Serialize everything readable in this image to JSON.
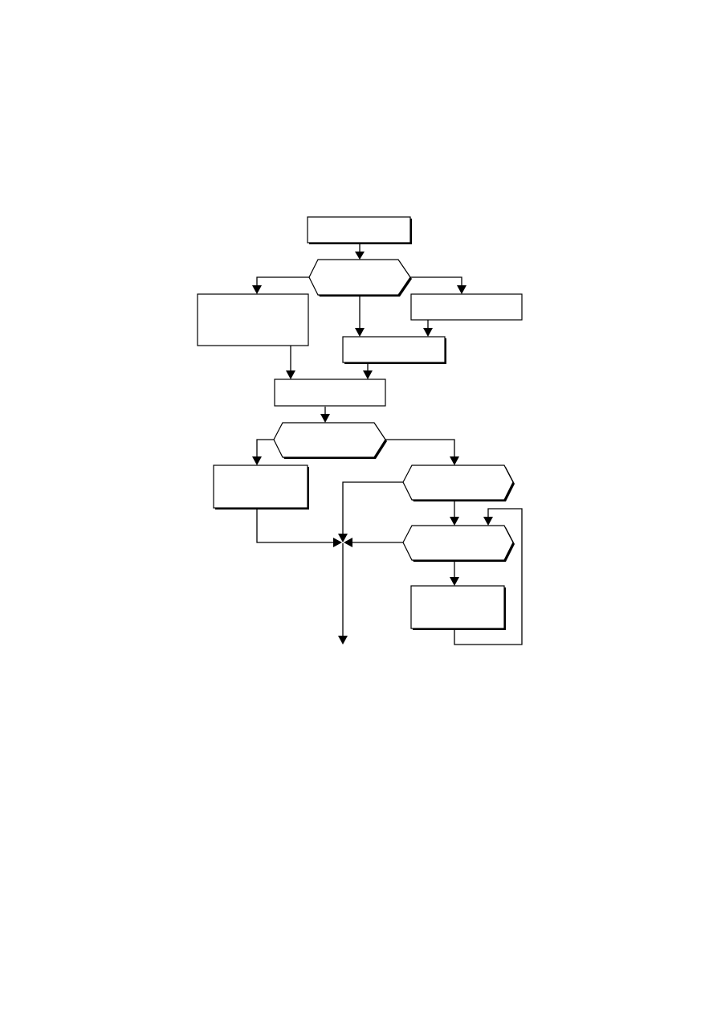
{
  "diagram": {
    "type": "flowchart",
    "colors": {
      "background": "#ffffff",
      "stroke": "#000000"
    },
    "nodes": [
      {
        "id": "n1",
        "shape": "rectangle",
        "label": ""
      },
      {
        "id": "n2",
        "shape": "hexagon-decision",
        "label": ""
      },
      {
        "id": "n3",
        "shape": "rectangle",
        "label": ""
      },
      {
        "id": "n4",
        "shape": "rectangle",
        "label": ""
      },
      {
        "id": "n5",
        "shape": "rectangle",
        "label": ""
      },
      {
        "id": "n6",
        "shape": "rectangle",
        "label": ""
      },
      {
        "id": "n7",
        "shape": "hexagon-decision",
        "label": ""
      },
      {
        "id": "n8",
        "shape": "rectangle",
        "label": ""
      },
      {
        "id": "n9",
        "shape": "hexagon-decision",
        "label": ""
      },
      {
        "id": "n10",
        "shape": "hexagon-decision",
        "label": ""
      },
      {
        "id": "n11",
        "shape": "rectangle",
        "label": ""
      }
    ],
    "edges": [
      {
        "from": "n1",
        "to": "n2"
      },
      {
        "from": "n2",
        "to": "n3"
      },
      {
        "from": "n2",
        "to": "n5"
      },
      {
        "from": "n2",
        "to": "n4"
      },
      {
        "from": "n4",
        "to": "n5"
      },
      {
        "from": "n3",
        "to": "n6"
      },
      {
        "from": "n5",
        "to": "n6"
      },
      {
        "from": "n6",
        "to": "n7"
      },
      {
        "from": "n7",
        "to": "n8"
      },
      {
        "from": "n7",
        "to": "n9"
      },
      {
        "from": "n9",
        "to": "n10"
      },
      {
        "from": "n10",
        "to": "n11"
      },
      {
        "from": "n11",
        "to": "n10"
      },
      {
        "from": "n8",
        "to": "merge"
      },
      {
        "from": "n9",
        "to": "merge"
      },
      {
        "from": "n10",
        "to": "merge"
      },
      {
        "from": "merge",
        "to": "exit"
      }
    ]
  }
}
